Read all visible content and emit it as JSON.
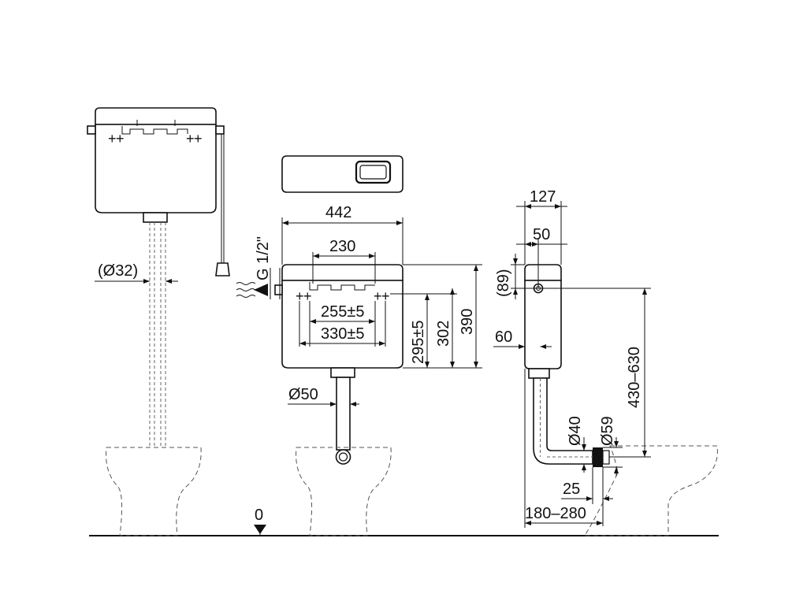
{
  "labels": {
    "left_pipe_diameter": "(Ø32)",
    "inlet_thread": "G 1/2\"",
    "width_total": "442",
    "width_230": "230",
    "width_255": "255±5",
    "width_330": "330±5",
    "height_295": "295±5",
    "height_302": "302",
    "height_390": "390",
    "outlet_diameter": "Ø50",
    "floor_level": "0",
    "depth_127": "127",
    "depth_50": "50",
    "offset_89": "(89)",
    "depth_60": "60",
    "height_range": "430–630",
    "pipe_d40": "Ø40",
    "pipe_d59": "Ø59",
    "gap_25": "25",
    "distance_range": "180–280"
  }
}
